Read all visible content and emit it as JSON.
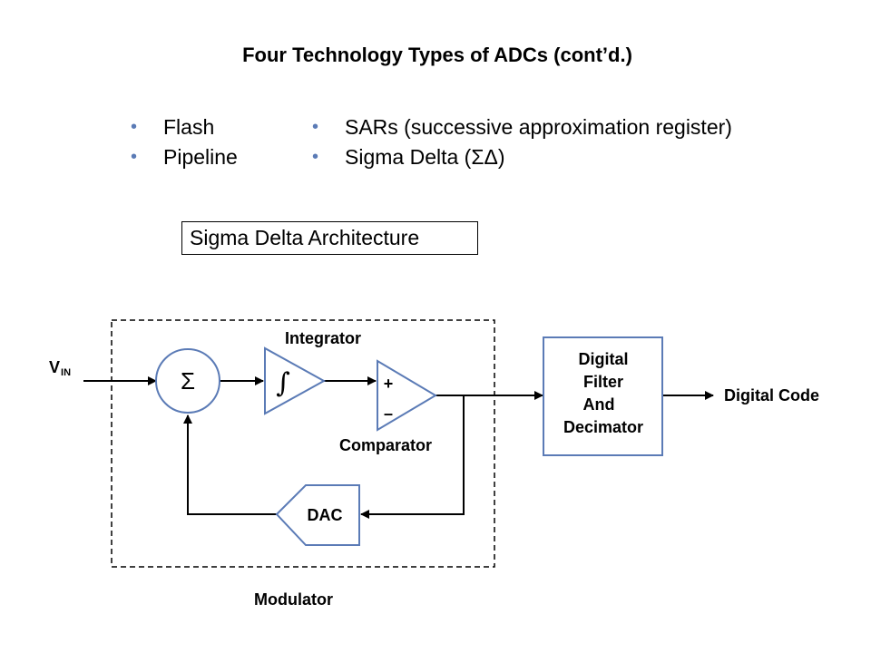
{
  "title": "Four Technology Types of ADCs (cont’d.)",
  "bullets_left": [
    "Flash",
    "Pipeline"
  ],
  "bullets_right": [
    "SARs (successive approximation register)",
    "Sigma Delta (ΣΔ)"
  ],
  "bullet_glyph": "•",
  "architecture_label": "Sigma Delta Architecture",
  "diagram": {
    "input_label_main": "V",
    "input_label_sub": "IN",
    "summer_symbol": "Σ",
    "integrator_symbol": "∫",
    "integrator_label": "Integrator",
    "comparator_plus": "+",
    "comparator_minus": "–",
    "comparator_label": "Comparator",
    "dac_label": "DAC",
    "filter_lines": [
      "Digital",
      "Filter",
      "And",
      "Decimator"
    ],
    "output_label": "Digital Code",
    "modulator_label": "Modulator"
  },
  "colors": {
    "block_stroke": "#5B7BB6",
    "bullet": "#5B7BB6",
    "wire": "#000000"
  }
}
